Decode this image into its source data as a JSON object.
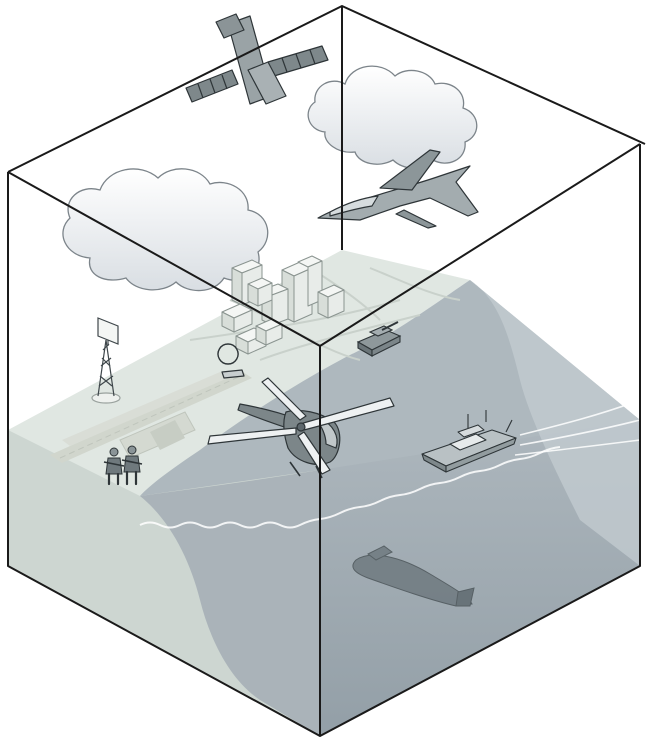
{
  "diagram": {
    "components": [
      {
        "id": "satellite",
        "name": "satellite-icon"
      },
      {
        "id": "fighter-jet",
        "name": "fighter-jet-icon"
      },
      {
        "id": "helicopter",
        "name": "helicopter-icon"
      },
      {
        "id": "radar-tower",
        "name": "radar-tower-icon"
      },
      {
        "id": "city",
        "name": "city-buildings-icon"
      },
      {
        "id": "tank",
        "name": "tank-icon"
      },
      {
        "id": "soldiers",
        "name": "soldiers-icon"
      },
      {
        "id": "patrol-boat",
        "name": "patrol-boat-icon"
      },
      {
        "id": "submarine",
        "name": "submarine-icon"
      },
      {
        "id": "clouds",
        "name": "cloud-icon"
      }
    ],
    "colors": {
      "outline": "#1a1a1a",
      "land": "#dfe6e1",
      "land_side": "#c8d2cc",
      "sea": "#a9b3ba",
      "sea_deep": "#8f9ba3",
      "vehicle": "#8c9699",
      "vehicle_dark": "#5d676c",
      "cloud": "#f2f4f6",
      "runway": "#cfd4cc"
    }
  }
}
